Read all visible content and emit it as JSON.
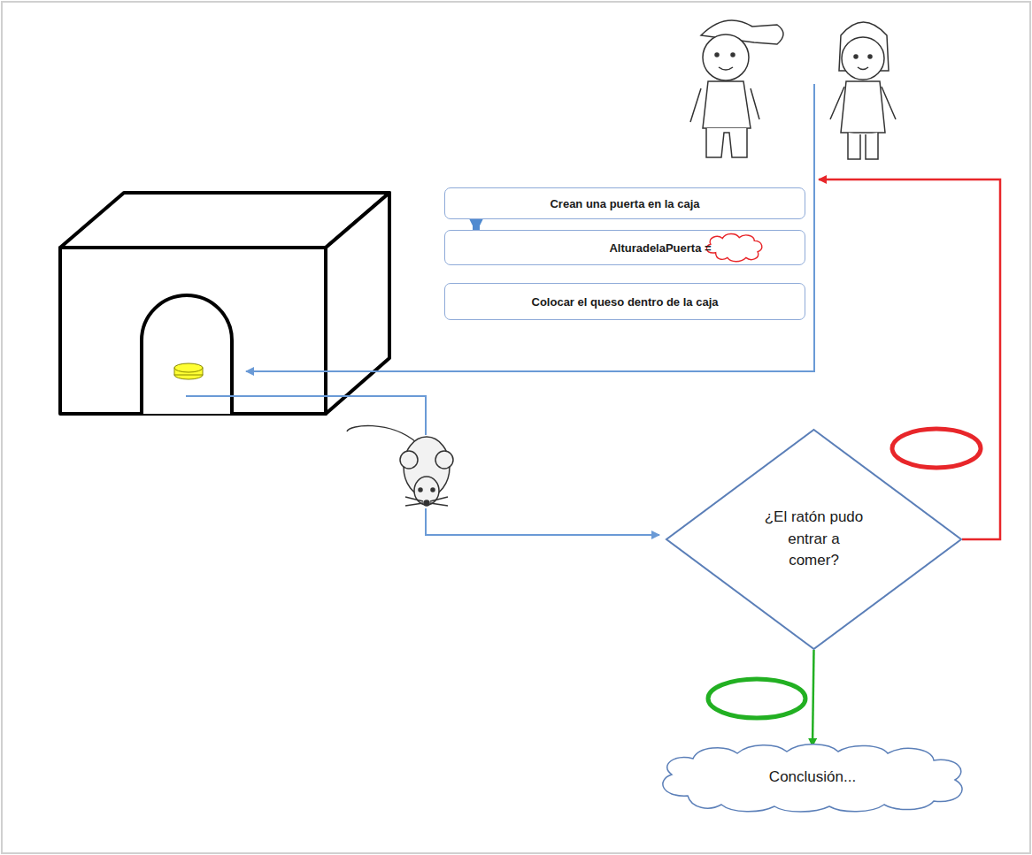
{
  "diagram": {
    "nodes": [
      {
        "text": [
          "Crean una puerta en la caja"
        ]
      },
      {
        "text": [
          "AlturadelaPuerta ="
        ]
      },
      {
        "text": [
          "Colocar el queso dentro de la caja"
        ]
      },
      {
        "text": [
          "¿El ratón pudo entrar a comer?"
        ]
      },
      {
        "text": [
          "Conclusión..."
        ]
      }
    ],
    "edges": [
      {
        "from": 0,
        "to": 1,
        "arrow": "to"
      },
      {
        "from": 3,
        "to": 4,
        "arrow": "to"
      }
    ]
  }
}
